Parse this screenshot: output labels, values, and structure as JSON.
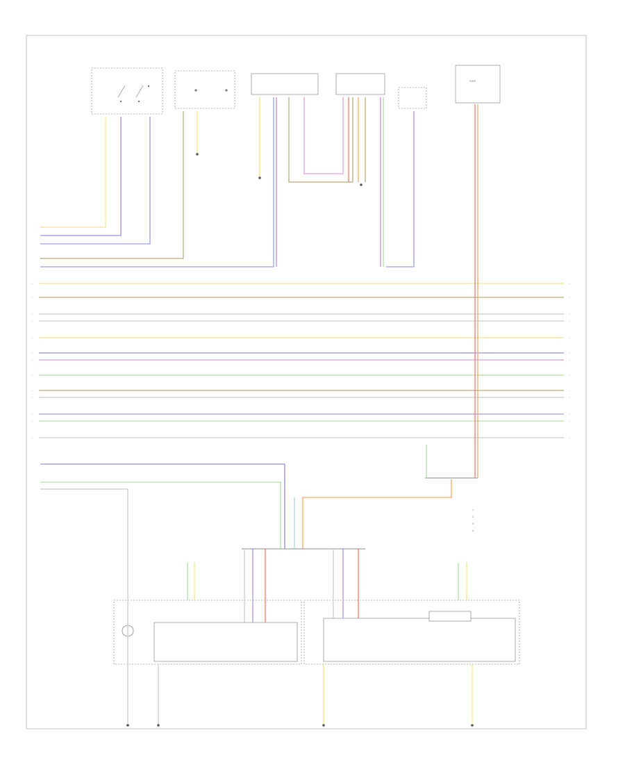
{
  "diagram": {
    "footer_code": "",
    "colors": {
      "yellow": "#f2e88a",
      "violet": "#8f8fe8",
      "blue": "#9a9af0",
      "grey": "#c9c9c9",
      "brown": "#b6ad7a",
      "red": "#f07a6a",
      "orange": "#f0a860",
      "pink": "#e89ad4",
      "green": "#b2dfa0",
      "cyan": "#9ed6e0",
      "magenta": "#c88ad8"
    },
    "legend": [
      {
        "num": "1",
        "text": ""
      },
      {
        "num": "2",
        "text": ""
      },
      {
        "num": "3",
        "text": ""
      },
      {
        "num": "4",
        "text": ""
      }
    ]
  }
}
